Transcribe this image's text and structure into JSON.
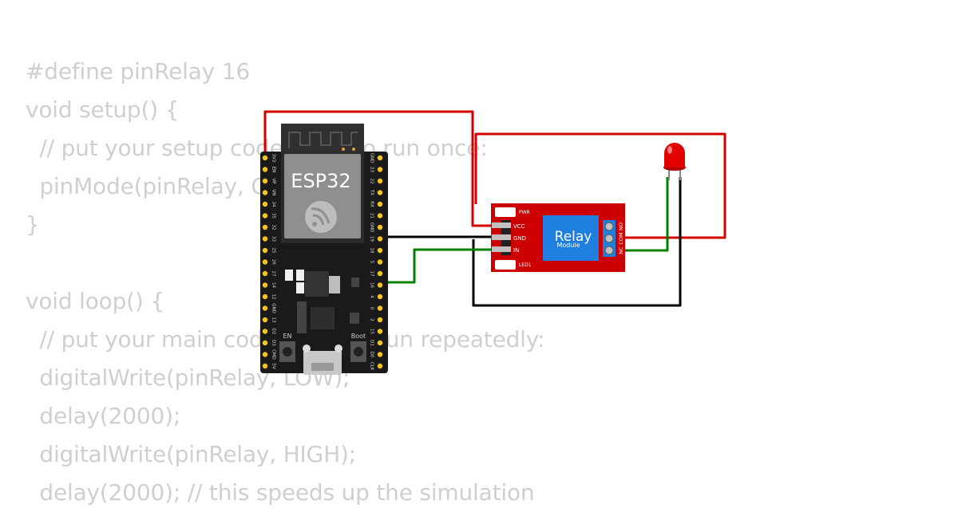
{
  "code": {
    "lines": [
      "#define pinRelay 16",
      "void setup() {",
      "  // put your setup code here, to run once:",
      "  pinMode(pinRelay, OUTPUT);",
      "}",
      "",
      "void loop() {",
      "  // put your main code here, to run repeatedly:",
      "  digitalWrite(pinRelay, LOW);",
      "  delay(2000);",
      "  digitalWrite(pinRelay, HIGH);",
      "  delay(2000); // this speeds up the simulation"
    ]
  },
  "esp32": {
    "title": "ESP32",
    "left_pins": [
      "3V3",
      "EN",
      "VP",
      "VN",
      "34",
      "35",
      "32",
      "33",
      "25",
      "26",
      "27",
      "14",
      "12",
      "GND",
      "13",
      "D2",
      "D3",
      "CMD",
      "5V"
    ],
    "right_pins": [
      "GND",
      "23",
      "22",
      "TX",
      "RX",
      "21",
      "GND",
      "19",
      "18",
      "5",
      "17",
      "16",
      "4",
      "0",
      "2",
      "15",
      "D1",
      "D0",
      "CLK"
    ],
    "en_label": "EN",
    "boot_label": "Boot"
  },
  "relay": {
    "title": "Relay",
    "subtitle": "Module",
    "pins": [
      "VCC",
      "GND",
      "IN"
    ],
    "pwr_label": "PWR",
    "led_label": "LED1",
    "terminals": [
      "NO",
      "COM",
      "NC"
    ]
  },
  "colors": {
    "code_text": "#cfcfcf",
    "wire_red": "#d40000",
    "wire_black": "#000000",
    "wire_green": "#008000",
    "board": "#1a1a1a",
    "relay_board": "#cc0000",
    "relay_box": "#1f7fe0",
    "led": "#e30000"
  }
}
